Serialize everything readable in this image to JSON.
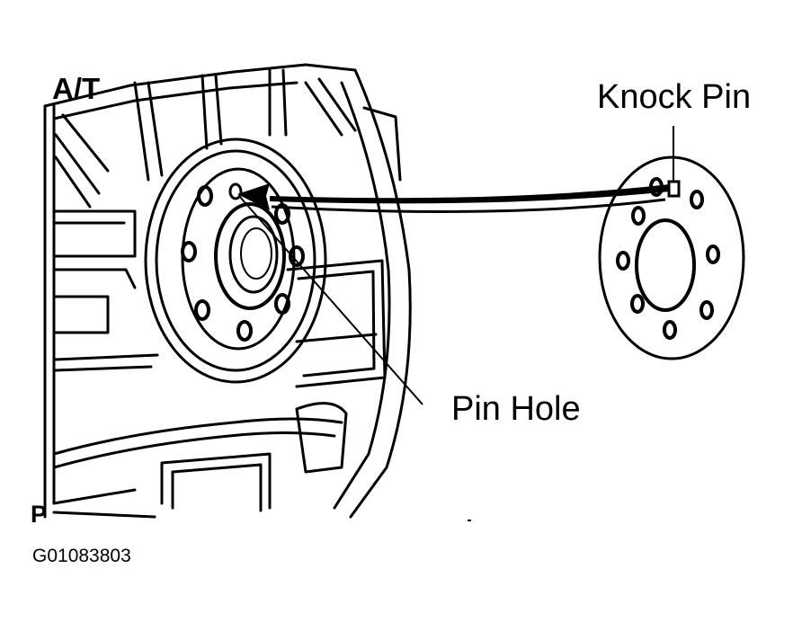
{
  "labels": {
    "transmission": "A/T",
    "knock_pin": "Knock Pin",
    "pin_hole": "Pin Hole",
    "marker": "P",
    "figure_code": "G01083803"
  },
  "colors": {
    "ink": "#000000",
    "paper": "#ffffff"
  }
}
